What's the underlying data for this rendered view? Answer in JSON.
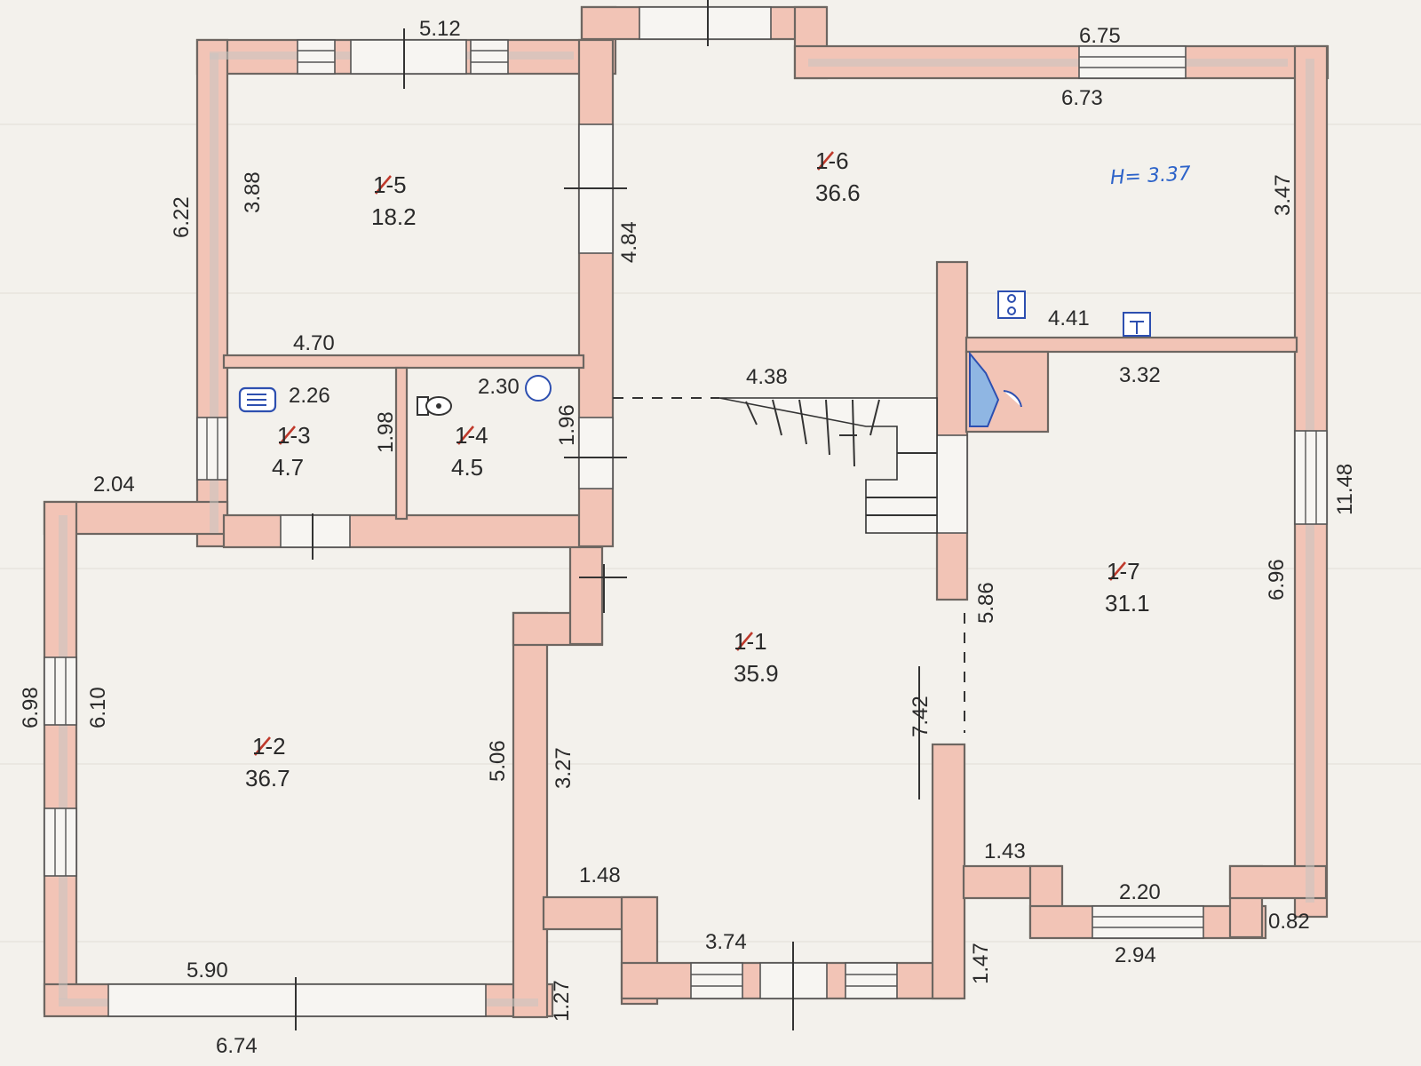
{
  "height_note": "H= 3.37",
  "rooms": [
    {
      "code": "1-1",
      "area": "35.9"
    },
    {
      "code": "1-2",
      "area": "36.7"
    },
    {
      "code": "1-3",
      "area": "4.7"
    },
    {
      "code": "1-4",
      "area": "4.5"
    },
    {
      "code": "1-5",
      "area": "18.2"
    },
    {
      "code": "1-6",
      "area": "36.6"
    },
    {
      "code": "1-7",
      "area": "31.1"
    }
  ],
  "dimensions": [
    "5.12",
    "6.75",
    "6.73",
    "6.22",
    "3.88",
    "4.84",
    "3.47",
    "4.70",
    "4.41",
    "4.38",
    "3.32",
    "2.26",
    "1.98",
    "2.30",
    "1.96",
    "2.04",
    "11.48",
    "6.96",
    "5.86",
    "6.98",
    "6.10",
    "5.06",
    "3.27",
    "7.42",
    "1.43",
    "2.20",
    "0.82",
    "1.48",
    "3.74",
    "1.47",
    "2.94",
    "5.90",
    "1.27",
    "6.74"
  ]
}
